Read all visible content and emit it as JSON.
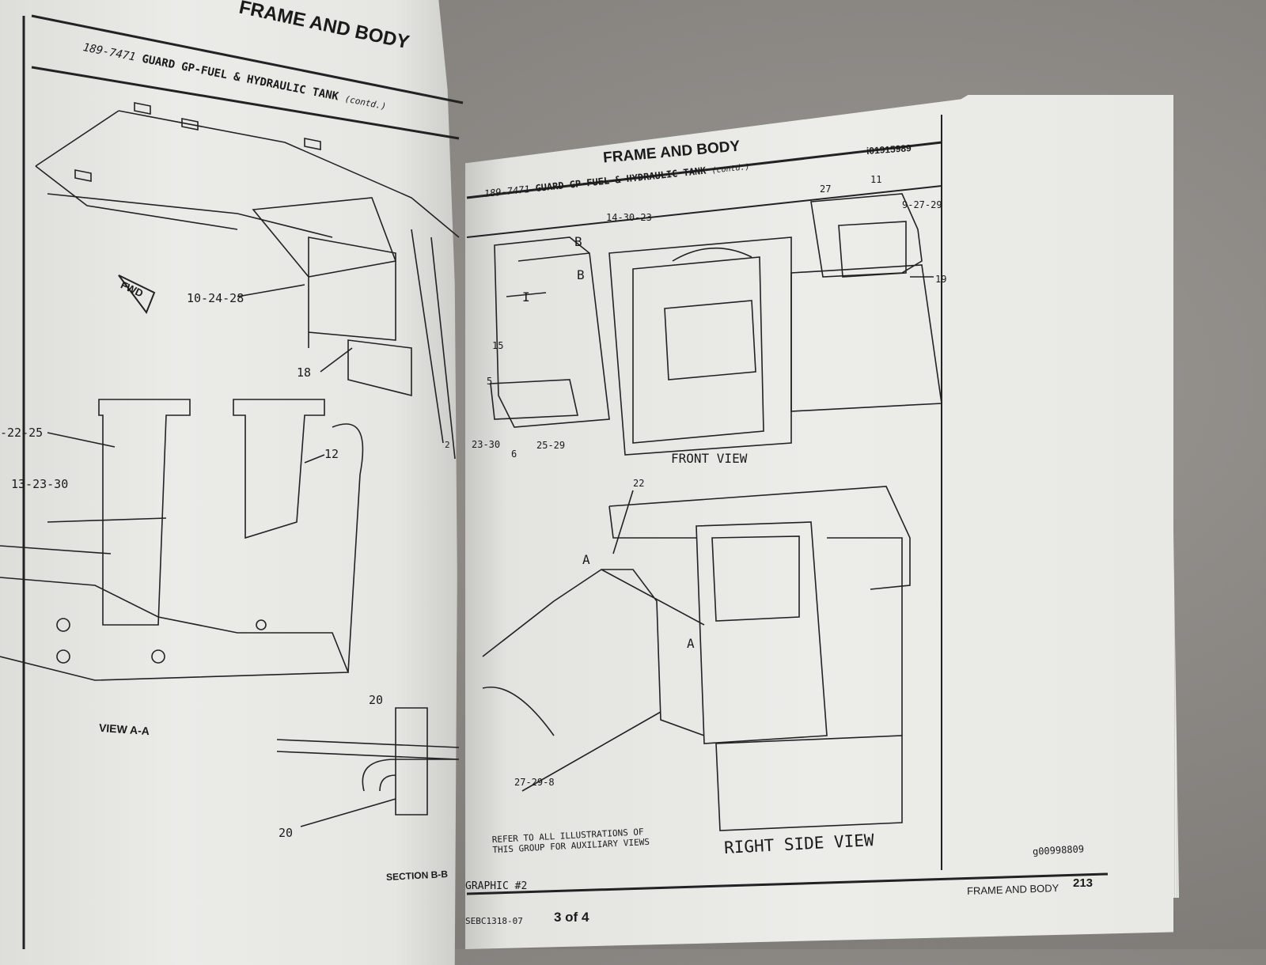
{
  "left_page": {
    "title": "FRAME AND BODY",
    "subtitle_part": "189-7471",
    "subtitle_name": "GUARD GP-FUEL & HYDRAULIC TANK",
    "subtitle_contd": "(contd.)",
    "fwd_arrow": "FWD",
    "callouts": [
      "10-24-28",
      "18",
      "-22-25",
      "12",
      "13-23-30",
      "20",
      "20",
      "2"
    ],
    "view_label": "VIEW A-A",
    "section_label": "SECTION B-B"
  },
  "right_page": {
    "title": "FRAME AND BODY",
    "illustration_id": "i01915989",
    "subtitle_part": "189-7471",
    "subtitle_name": "GUARD GP-FUEL & HYDRAULIC TANK",
    "subtitle_contd": "(contd.)",
    "callouts": [
      "14-30-23",
      "27",
      "11",
      "9-27-29",
      "19",
      "B",
      "B",
      "I",
      "15",
      "5",
      "23-30",
      "6",
      "25-29",
      "22",
      "A",
      "A",
      "27-29-8"
    ],
    "front_view_label": "FRONT VIEW",
    "right_side_view_label": "RIGHT SIDE VIEW",
    "refer_note_line1": "REFER TO ALL ILLUSTRATIONS OF",
    "refer_note_line2": "THIS GROUP FOR AUXILIARY VIEWS",
    "graphic_id": "g00998809",
    "graphic_label": "GRAPHIC #2",
    "footer_section": "FRAME AND BODY",
    "page_number": "213",
    "doc_id": "SEBC1318-07",
    "page_of": "3 of 4"
  }
}
